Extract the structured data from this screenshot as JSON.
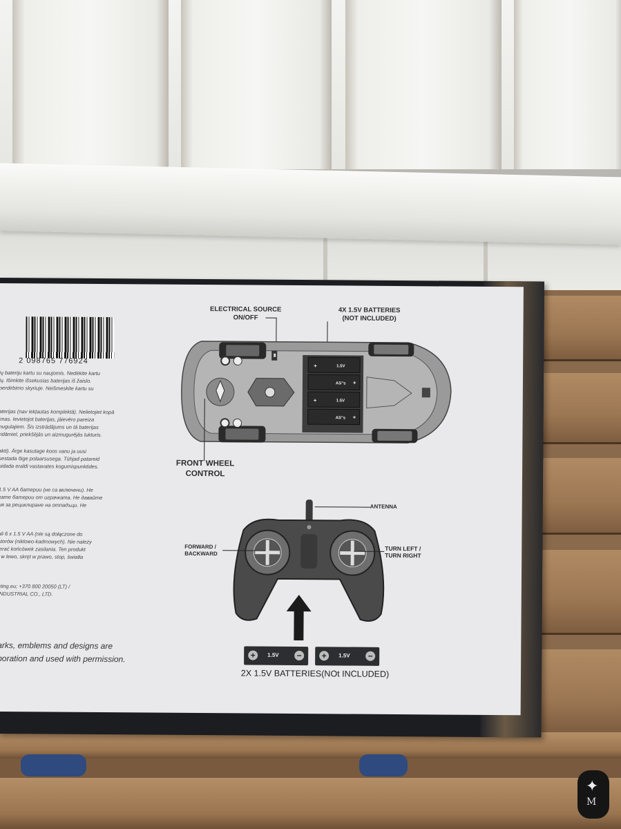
{
  "panel": {
    "barcode_number": "2 098765 776924",
    "labels": {
      "power_switch": "ELECTRICAL SOURCE\nON/OFF",
      "car_batteries": "4X 1.5V BATTERIES\n(NOT INCLUDED)",
      "front_wheel": "FRONT WHEEL\nCONTROL",
      "antenna": "ANTENNA",
      "forward_backward": "FORWARD /\nBACKWARD",
      "turn": "TURN LEFT /\nTURN RIGHT",
      "controller_batteries": "2X 1.5V BATTERIES(NOt INCLUDED)"
    },
    "battery_voltage": "1.5V",
    "battery_size": "AS\"s",
    "legal_lt": "ių bateriju kartu su naujomis. Nedėkite kartu\nių. Išimkite išsekusias baterijas iš žaislo.\nperdirbimo skyriuje. Neišmeskite kartu su",
    "legal_lv": "aterijas (nav iekļautas komplektā). Nelietojiet kopā\njmas. Ievietojot baterijas, jāievēro pareiza\nnugulajiem. Šis izstrādājums un tā baterijas\nridāmiel, priekšējās un aizmugurējās lukturis.",
    "legal_et": "akti). Ärge kasutage koos vanu ja uusi\nsestada õige polaarsusega. Tühjad patareid\nsidada eraldi vastavates kogumispunktides.",
    "legal_bg": "1.5 V AA батерии (не са включени). Не\nгате батерии от играчката. Не давайте\nия за рециклиране на отпадъци. Не",
    "legal_pl": "ali 6 x 1.5 V AA (nie są dołączone do\nstorów (niklowo-kadmowych). Nie należy\nierać końcówek zasilania. Ten produkt\nt w lewo, skręt w prawo, stop, światła",
    "legal_contact": "cting.eu; +370 800 20050 (LT) /\nINDUSTRIAL CO., LTD.",
    "trademark": "arks, emblems and designs are\nporation and used with permission."
  },
  "watermark_logo": "M"
}
